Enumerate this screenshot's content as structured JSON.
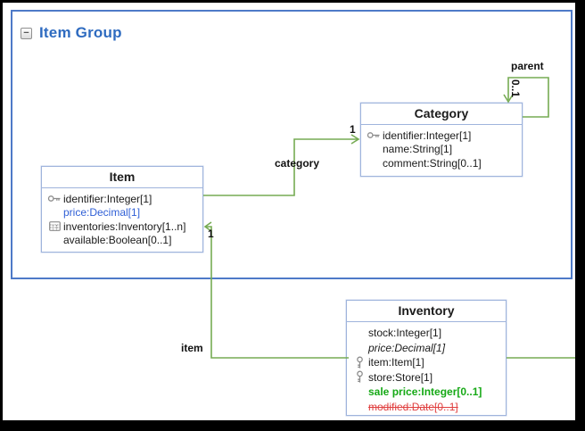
{
  "window": {
    "frame_color": "#000000",
    "background": "#ffffff"
  },
  "group": {
    "title": "Item Group",
    "collapse_glyph": "−",
    "border_color": "#4e7ac8",
    "title_color": "#2e6bc0"
  },
  "classes": {
    "category": {
      "title": "Category",
      "attributes": [
        {
          "text": "identifier:Integer[1]",
          "icon": "key-icon"
        },
        {
          "text": "name:String[1]"
        },
        {
          "text": "comment:String[0..1]"
        }
      ]
    },
    "item": {
      "title": "Item",
      "attributes": [
        {
          "text": "identifier:Integer[1]",
          "icon": "key-icon"
        },
        {
          "text": "price:Decimal[1]",
          "style": "derived-blue"
        },
        {
          "text": "inventories:Inventory[1..n]",
          "icon": "table-icon"
        },
        {
          "text": "available:Boolean[0..1]"
        }
      ]
    },
    "inventory": {
      "title": "Inventory",
      "attributes": [
        {
          "text": "stock:Integer[1]"
        },
        {
          "text": "price:Decimal[1]",
          "style": "italic"
        },
        {
          "text": "item:Item[1]",
          "icon": "reference-icon"
        },
        {
          "text": "store:Store[1]",
          "icon": "reference-icon"
        },
        {
          "text": "sale price:Integer[0..1]",
          "style": "added-green"
        },
        {
          "text": "modified:Date[0..1]",
          "style": "removed-red"
        }
      ]
    }
  },
  "edges": {
    "line_color": "#76ab53",
    "category": {
      "label": "category",
      "multiplicity": "1"
    },
    "parent": {
      "label": "parent",
      "multiplicity": "0..1"
    },
    "item": {
      "label": "item",
      "multiplicity": "1"
    }
  }
}
